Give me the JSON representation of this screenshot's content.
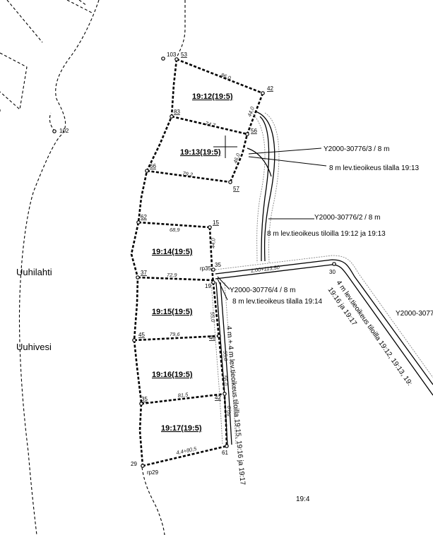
{
  "parcels": [
    "19:12(19:5)",
    "19:13(19:5)",
    "19:14(19:5)",
    "19:15(19:5)",
    "19:16(19:5)",
    "19:17(19:5)"
  ],
  "point_labels": {
    "p103": "103",
    "p53": "53",
    "p42a": "42",
    "p83": "83",
    "p56": "56",
    "p66": "66",
    "p57": "57",
    "p62": "62",
    "p15": "15",
    "p35": "35",
    "rp35": "rp35",
    "p37": "37",
    "p19": "19",
    "p45": "45",
    "p46": "46",
    "p35b": "35",
    "p42b": "42",
    "p61": "61",
    "p29": "29",
    "rp29": "rp29",
    "p102": "102",
    "p30": "30"
  },
  "distances": {
    "d1": "86,0",
    "d2": "74,7",
    "d3": "79,2",
    "d4": "68,9",
    "d5": "72,9",
    "d6": "79,6",
    "d7": "81,5",
    "d8": "4,4+80,5",
    "d9": "44,0",
    "d10": "46,0",
    "d11": "44,0",
    "d12": "55,0",
    "d13": "55,0",
    "d14": "56,0",
    "d15": "60,0",
    "d16": "1,00+113,50"
  },
  "easements": {
    "e1_code": "Y2000-30776/3 / 8 m",
    "e1_desc": "8 m lev.tieoikeus tilalla 19:13",
    "e2_code": "Y2000-30776/2 / 8 m",
    "e2_desc": "8 m lev.tieoikeus tiloilla 19:12 ja 19:13",
    "e3_code": "Y2000-30776/4 / 8 m",
    "e3_desc": "8 m lev.tieoikeus tilalla 19:14",
    "e4_desc": "4 m + 4 m lev.tieoikeus tiloilla 19:15, 19:16 ja 19:17",
    "e5_desc_a": "4 m lev.tieoikeus tiloilla 19:12, 19:13, 19:",
    "e5_desc_b": "19:16 ja 19:17",
    "e5_code": "Y2000-3077"
  },
  "place_names": {
    "uuhilahti": "Uuhilahti",
    "uuhivesi": "Uuhivesi"
  },
  "parent_parcel": "19:4",
  "colors": {
    "ink": "#000000",
    "road_edge": "#888888",
    "paper": "#ffffff"
  }
}
